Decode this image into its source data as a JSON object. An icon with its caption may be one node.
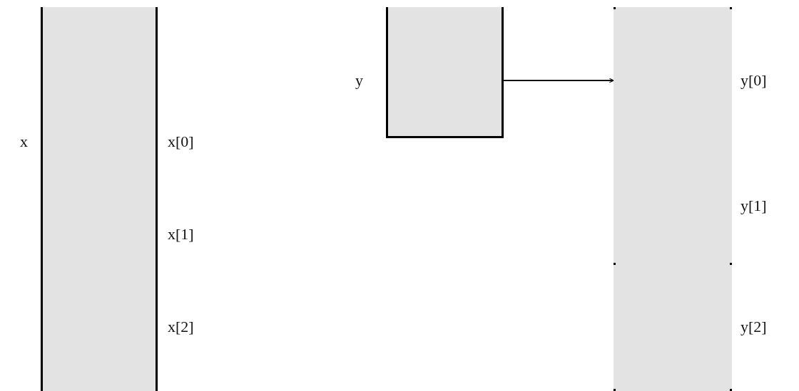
{
  "diagram": {
    "nodes": [
      {
        "text": [
          "x"
        ],
        "beside": [
          "x[0]",
          "x[1]",
          "x[2]"
        ]
      },
      {
        "text": [
          "y"
        ]
      },
      {
        "text": [],
        "shape": "bar",
        "beside": [
          "y[0]",
          "y[1]",
          "y[2]"
        ]
      }
    ],
    "edges": [
      {
        "from": 1,
        "to": 2,
        "arrow": "to"
      }
    ]
  }
}
